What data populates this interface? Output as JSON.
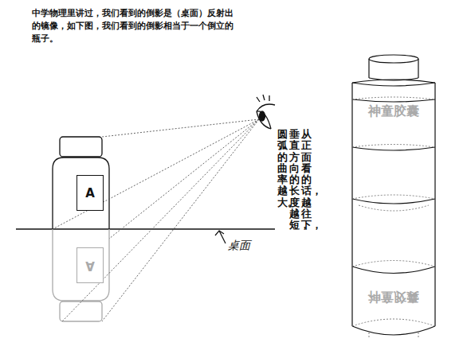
{
  "diagram": {
    "nodes": [
      {
        "text": [
          "A"
        ]
      },
      {
        "text": [
          "A"
        ]
      }
    ],
    "labels": [
      "中学物理里讲过，我们看到的倒影是（桌面）反射出的镜像，如下图，我们看到的倒影相当于一个倒立的瓶子。",
      "桌面",
      "从正面看的话，越往下，",
      "垂直方向的长度越短，",
      "圆弧的曲率越大。",
      "神童胶囊",
      "神童胶囊"
    ]
  }
}
